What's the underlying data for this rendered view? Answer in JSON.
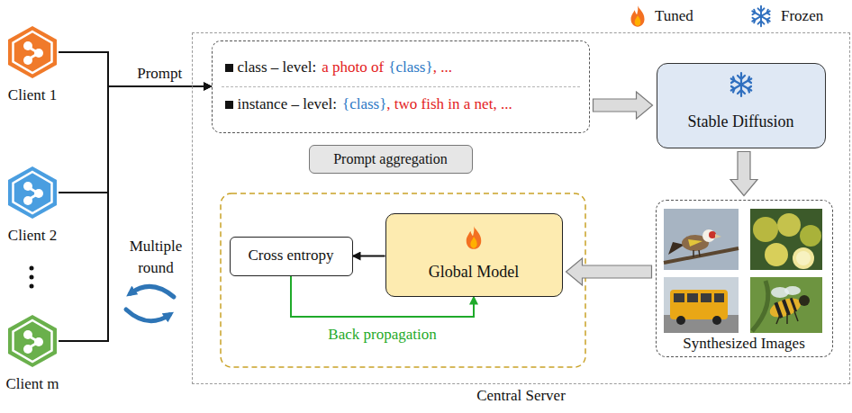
{
  "diagram": {
    "nodes": [
      {
        "text": [
          "Client 1"
        ]
      },
      {
        "text": [
          "Client 2"
        ]
      },
      {
        "text": [
          "Client m"
        ]
      },
      {
        "text": [
          "Central Server"
        ]
      },
      {
        "text": [
          "class – level:",
          "a photo of",
          "{class}",
          ", ...",
          "instance – level:",
          "{class}",
          ", two fish in a net, ..."
        ],
        "in": 3
      },
      {
        "text": [
          "Prompt aggregation"
        ],
        "in": 3
      },
      {
        "text": [
          "Stable Diffusion"
        ],
        "in": 3
      },
      {
        "text": [
          "Synthesized Images"
        ],
        "in": 3
      },
      {
        "text": [
          "Cross entropy"
        ],
        "in": 3
      },
      {
        "text": [
          "Global Model"
        ],
        "in": 3
      }
    ],
    "edges": [
      {
        "from": 0,
        "to": 4,
        "arrow": "to",
        "label": "Prompt"
      },
      {
        "from": 1,
        "to": 4,
        "arrow": "to"
      },
      {
        "from": 2,
        "to": 4,
        "arrow": "to"
      },
      {
        "from": 4,
        "to": 6,
        "arrow": "to"
      },
      {
        "from": 6,
        "to": 7,
        "arrow": "to"
      },
      {
        "from": 7,
        "to": 9,
        "arrow": "to"
      },
      {
        "from": 9,
        "to": 8,
        "arrow": "to"
      },
      {
        "from": 8,
        "to": 9,
        "arrow": "to",
        "label": "Back propagation"
      }
    ],
    "labels": [
      "Multiple round"
    ],
    "legend": [
      {
        "text": "Tuned"
      },
      {
        "text": "Frozen"
      }
    ]
  }
}
